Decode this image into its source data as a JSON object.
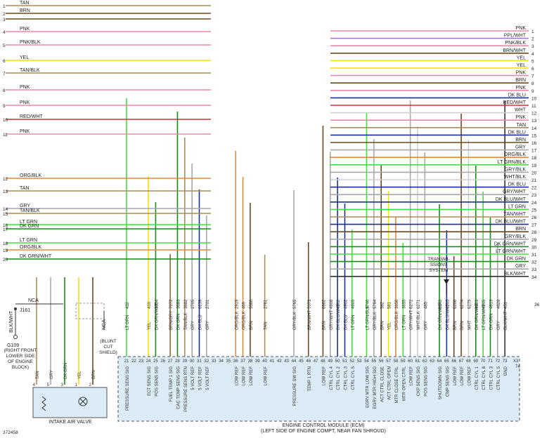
{
  "left_wires": [
    {
      "n": "1",
      "label": "TAN",
      "color": "#b08a5a"
    },
    {
      "n": "2",
      "label": "BRN",
      "color": "#6b4a1f"
    },
    {
      "n": "3",
      "label": "",
      "color": "#6b4a1f"
    },
    {
      "n": "4",
      "label": "PNK",
      "color": "#e88aa8"
    },
    {
      "n": "5",
      "label": "PNK/BLK",
      "color": "#e88aa8"
    },
    {
      "n": "6",
      "label": "YEL",
      "color": "#f2e200"
    },
    {
      "n": "7",
      "label": "TAN/BLK",
      "color": "#b08a5a"
    },
    {
      "n": "8",
      "label": "PNK",
      "color": "#e88aa8"
    },
    {
      "n": "9",
      "label": "PNK",
      "color": "#e88aa8"
    },
    {
      "n": "10",
      "label": "RED/WHT",
      "color": "#d0303a"
    },
    {
      "n": "11",
      "label": "PNK",
      "color": "#e88aa8"
    },
    {
      "n": "12",
      "label": "ORG/BLK",
      "color": "#e08a40"
    },
    {
      "n": "13",
      "label": "TAN",
      "color": "#b08a5a"
    },
    {
      "n": "14",
      "label": "GRY",
      "color": "#a8a8a8"
    },
    {
      "n": "15",
      "label": "TAN/BLK",
      "color": "#b08a5a"
    },
    {
      "n": "16",
      "label": "LT GRN",
      "color": "#3fe03f"
    },
    {
      "n": "17",
      "label": "DK GRN",
      "color": "#1b8a1b"
    },
    {
      "n": "18",
      "label": "LT GRN",
      "color": "#3fe03f"
    },
    {
      "n": "19",
      "label": "ORG/BLK",
      "color": "#e08a40"
    },
    {
      "n": "20",
      "label": "DK GRN/WHT",
      "color": "#1b8a1b"
    }
  ],
  "right_wires": [
    {
      "n": "1",
      "label": "PNK",
      "color": "#e88aa8"
    },
    {
      "n": "2",
      "label": "PPL/WHT",
      "color": "#b070d8"
    },
    {
      "n": "3",
      "label": "PNK/BLK",
      "color": "#e88aa8"
    },
    {
      "n": "4",
      "label": "BRN/WHT",
      "color": "#6b4a1f"
    },
    {
      "n": "5",
      "label": "YEL",
      "color": "#f2e200"
    },
    {
      "n": "6",
      "label": "YEL",
      "color": "#f2e200"
    },
    {
      "n": "7",
      "label": "PNK",
      "color": "#e88aa8"
    },
    {
      "n": "8",
      "label": "BRN",
      "color": "#6b4a1f"
    },
    {
      "n": "9",
      "label": "PNK",
      "color": "#e88aa8"
    },
    {
      "n": "10",
      "label": "DK BLU",
      "color": "#1b2f9a"
    },
    {
      "n": "11",
      "label": "RED/WHT",
      "color": "#d0303a"
    },
    {
      "n": "12",
      "label": "WHT",
      "color": "#cfcfcf"
    },
    {
      "n": "13",
      "label": "PNK",
      "color": "#e88aa8"
    },
    {
      "n": "14",
      "label": "TAN",
      "color": "#b08a5a"
    },
    {
      "n": "15",
      "label": "DK BLU",
      "color": "#1b2f9a"
    },
    {
      "n": "16",
      "label": "BRN",
      "color": "#6b4a1f"
    },
    {
      "n": "17",
      "label": "GRY",
      "color": "#a8a8a8"
    },
    {
      "n": "18",
      "label": "ORG/BLK",
      "color": "#e08a40"
    },
    {
      "n": "19",
      "label": "LT GRN/BLK",
      "color": "#3fe03f"
    },
    {
      "n": "20",
      "label": "GRY/BLK",
      "color": "#a8a8a8"
    },
    {
      "n": "21",
      "label": "WHT/BLK",
      "color": "#cfcfcf"
    },
    {
      "n": "22",
      "label": "DK BLU",
      "color": "#1b2f9a"
    },
    {
      "n": "23",
      "label": "GRY/WHT",
      "color": "#a8a8a8"
    },
    {
      "n": "24",
      "label": "DK BLU/WHT",
      "color": "#1b2f9a"
    },
    {
      "n": "25",
      "label": "LT GRN",
      "color": "#3fe03f"
    },
    {
      "n": "26",
      "label": "TAN/WHT",
      "color": "#b08a5a"
    },
    {
      "n": "27",
      "label": "DK BLU/WHT",
      "color": "#1b2f9a"
    },
    {
      "n": "28",
      "label": "BRN",
      "color": "#6b4a1f"
    },
    {
      "n": "29",
      "label": "GRY/BLK",
      "color": "#a8a8a8"
    },
    {
      "n": "30",
      "label": "DK GRN/WHT",
      "color": "#1b8a1b"
    },
    {
      "n": "31",
      "label": "LT GRN/WHT",
      "color": "#3fe03f"
    },
    {
      "n": "32",
      "label": "DK GRN",
      "color": "#1b8a1b"
    },
    {
      "n": "33",
      "label": "GRY",
      "color": "#a8a8a8"
    },
    {
      "n": "34",
      "label": "BLK/WHT",
      "color": "#333333"
    }
  ],
  "ecm_pins": [
    {
      "pin": "21",
      "wire": "LT GRN",
      "ckt": "432",
      "name": "PRESSURE SENS SIG"
    },
    {
      "pin": "22",
      "wire": "",
      "ckt": "",
      "name": ""
    },
    {
      "pin": "23",
      "wire": "",
      "ckt": "",
      "name": ""
    },
    {
      "pin": "24",
      "wire": "YEL",
      "ckt": "410",
      "name": "ECT SENS SIG"
    },
    {
      "pin": "25",
      "wire": "DK GRN/WHT",
      "ckt": "3654",
      "name": "POS SENS SIG"
    },
    {
      "pin": "26",
      "wire": "",
      "ckt": "",
      "name": ""
    },
    {
      "pin": "27",
      "wire": "BRN/GRY",
      "ckt": "7072",
      "name": "FUEL TEMP 1 SIG"
    },
    {
      "pin": "28",
      "wire": "DK GRN",
      "ckt": "3683",
      "name": "CAC TEMP SENS SIG"
    },
    {
      "pin": "29",
      "wire": "TAN/BLK",
      "ckt": "3682",
      "name": "PRESSURE SENS RTN"
    },
    {
      "pin": "30",
      "wire": "GRY",
      "ckt": "2705",
      "name": "5 VOLT REF"
    },
    {
      "pin": "31",
      "wire": "DK BLU",
      "ckt": "6259",
      "name": "5 VOLT REF"
    },
    {
      "pin": "32",
      "wire": "GRY",
      "ckt": "2701",
      "name": "5 VOLT REF"
    },
    {
      "pin": "33",
      "wire": "",
      "ckt": "",
      "name": ""
    },
    {
      "pin": "34",
      "wire": "",
      "ckt": "",
      "name": ""
    },
    {
      "pin": "35",
      "wire": "",
      "ckt": "",
      "name": ""
    },
    {
      "pin": "36",
      "wire": "ORG/BLK",
      "ckt": "2919",
      "name": "LOW REF"
    },
    {
      "pin": "37",
      "wire": "ORG/BLK",
      "ckt": "469",
      "name": "LOW REF"
    },
    {
      "pin": "38",
      "wire": "BRN",
      "ckt": "5360",
      "name": "LOW REF"
    },
    {
      "pin": "39",
      "wire": "",
      "ckt": "",
      "name": ""
    },
    {
      "pin": "40",
      "wire": "TAN",
      "ckt": "2761",
      "name": "LOW REF"
    },
    {
      "pin": "41",
      "wire": "",
      "ckt": "",
      "name": ""
    },
    {
      "pin": "42",
      "wire": "",
      "ckt": "",
      "name": ""
    },
    {
      "pin": "43",
      "wire": "",
      "ckt": "",
      "name": ""
    },
    {
      "pin": "44",
      "wire": "GRY/BLK",
      "ckt": "5765",
      "name": "PRESSURE SW SIG"
    },
    {
      "pin": "45",
      "wire": "",
      "ckt": "",
      "name": ""
    },
    {
      "pin": "46",
      "wire": "BRN/WHT",
      "ckt": "7073",
      "name": "TEMP 1 RTN"
    },
    {
      "pin": "47",
      "wire": "",
      "ckt": "",
      "name": ""
    },
    {
      "pin": "48",
      "wire": "BRN",
      "ckt": "6962",
      "name": "LOW REF"
    },
    {
      "pin": "49",
      "wire": "GRY/WHT",
      "ckt": "4908",
      "name": "CTRL CYL 4"
    },
    {
      "pin": "50",
      "wire": "DK BLU/WHT",
      "ckt": "4902",
      "name": "CTRL CYL 2"
    },
    {
      "pin": "51",
      "wire": "DK BLU",
      "ckt": "4902",
      "name": "CTRL CYL 3"
    },
    {
      "pin": "52",
      "wire": "LT GRN",
      "ckt": "4905",
      "name": "CTRL CYL 5"
    },
    {
      "pin": "53",
      "wire": "",
      "ckt": "",
      "name": ""
    },
    {
      "pin": "54",
      "wire": "LT GRN/BLK",
      "ckt": "5746",
      "name": "EGRV MTR LOW SIG"
    },
    {
      "pin": "55",
      "wire": "GRY/BLK",
      "ckt": "5764",
      "name": "EGRV MTR HIGH SIG"
    },
    {
      "pin": "56",
      "wire": "BRN",
      "ckt": "582",
      "name": "ACT CTRL CLOSE"
    },
    {
      "pin": "57",
      "wire": "YEL",
      "ckt": "581",
      "name": "ACT CTRL OPEN"
    },
    {
      "pin": "58",
      "wire": "ORG/BLK",
      "ckt": "3656",
      "name": "MTR CLOSE CTRL"
    },
    {
      "pin": "59",
      "wire": "LT GRN",
      "ckt": "3655",
      "name": "MTR OPEN CTRL"
    },
    {
      "pin": "60",
      "wire": "GRY/WHT",
      "ckt": "6272",
      "name": "LOW REF"
    },
    {
      "pin": "61",
      "wire": "WHT/BLK",
      "ckt": "6271",
      "name": "CKP SENS SIG"
    },
    {
      "pin": "62",
      "wire": "GRY",
      "ckt": "485",
      "name": "POS SENS SIG"
    },
    {
      "pin": "63",
      "wire": "",
      "ckt": "",
      "name": ""
    },
    {
      "pin": "64",
      "wire": "DK GRN/WHT",
      "ckt": "6142",
      "name": "SHUTDOWN SIG"
    },
    {
      "pin": "65",
      "wire": "DK BLU/WHT",
      "ckt": "6265",
      "name": "CMP SENS SIG"
    },
    {
      "pin": "66",
      "wire": "BRN",
      "ckt": "6266",
      "name": "LOW REF"
    },
    {
      "pin": "67",
      "wire": "BRN",
      "ckt": "6274",
      "name": "LOW REF"
    },
    {
      "pin": "68",
      "wire": "WHT",
      "ckt": "6275",
      "name": "LOW REF"
    },
    {
      "pin": "69",
      "wire": "DK GRN/WHT",
      "ckt": "4903",
      "name": "CTRL CYL 1"
    },
    {
      "pin": "70",
      "wire": "LT GRN/WHT",
      "ckt": "4905",
      "name": "CTRL CYL 8"
    },
    {
      "pin": "71",
      "wire": "DK GRN",
      "ckt": "4813",
      "name": "CTRL CYL 3"
    },
    {
      "pin": "72",
      "wire": "GRY",
      "ckt": "4828",
      "name": "CTRL CYL 5"
    },
    {
      "pin": "73",
      "wire": "BLK/WHT",
      "ckt": "451",
      "name": "GND"
    }
  ],
  "ecm": {
    "title": "ENGINE CONTROL MODULE (ECM)",
    "subtitle": "(LEFT SIDE OF ENGINE COMPT, NEAR FAN SHROUD)",
    "connector": "X3",
    "conn_pin": "74"
  },
  "iav": {
    "title": "INTAKE AIR VALVE",
    "pins": [
      {
        "pin": "4",
        "wire": "TAN"
      },
      {
        "pin": "5",
        "wire": "GRY"
      },
      {
        "pin": "3",
        "wire": "DK GRN"
      },
      {
        "pin": "1",
        "wire": "YEL"
      },
      {
        "pin": "2",
        "wire": "BRN"
      }
    ]
  },
  "splice": {
    "nca": "NCA",
    "j161": "J161",
    "wire": "BLK/WHT",
    "g109": "G109",
    "g109_desc": "(RIGHT FRONT LOWER SIDE OF ENGINE BLOCK)",
    "blunt": "(BLUNT CUT SHIELD)"
  },
  "transmission": "TRANSMI- SSIONS SYSTEM",
  "right_pin36": "36",
  "figure_id": "372458"
}
